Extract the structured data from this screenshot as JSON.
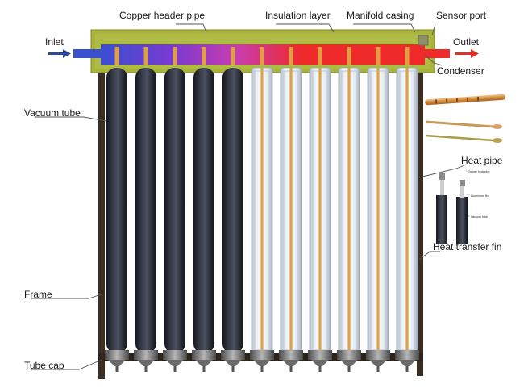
{
  "labels": {
    "copper_header_pipe": "Copper header pipe",
    "insulation_layer": "Insulation layer",
    "manifold_casing": "Manifold casing",
    "sensor_port": "Sensor port",
    "inlet": "Inlet",
    "outlet": "Outlet",
    "condenser": "Condenser",
    "vacuum_tube": "Vacuum tube",
    "heat_pipe": "Heat pipe",
    "heat_transfer_fin": "Heat transfer fin",
    "frame": "Frame",
    "tube_cap": "Tube cap"
  },
  "inset": {
    "copper_heat_pipe": "Copper heat pipe",
    "aluminium_fin": "Aluminium fin",
    "vacuum_tube": "Vacuum tube"
  },
  "tubes": {
    "opaque_count": 5,
    "glass_count": 6
  },
  "colors": {
    "manifold": "#a8b43c",
    "header_cold": "#3a4fd0",
    "header_mid": "#b03cc0",
    "header_hot": "#ee2a2a",
    "inlet_arrow": "#2a4a9a",
    "outlet_arrow": "#e03020",
    "frame": "#3a2e22",
    "tube_dark": "#2a2d38",
    "glass": "#d6dde6",
    "heat_pipe": "#e0a040"
  }
}
